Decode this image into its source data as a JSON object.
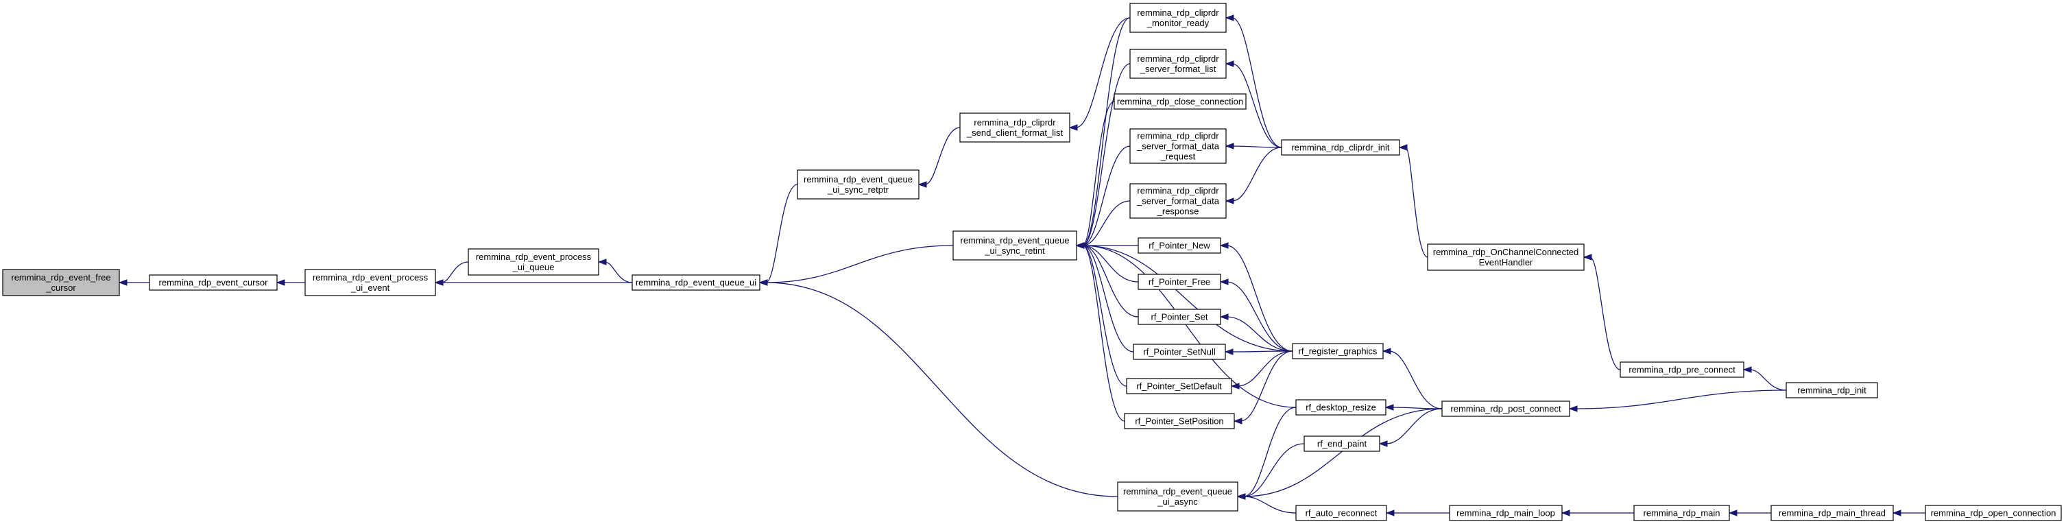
{
  "graph": {
    "type": "call-graph",
    "nodes": [
      {
        "id": "free_cursor",
        "lines": [
          "remmina_rdp_event_free",
          "_cursor"
        ],
        "highlight": true
      },
      {
        "id": "event_cursor",
        "lines": [
          "remmina_rdp_event_cursor"
        ]
      },
      {
        "id": "process_ui_event",
        "lines": [
          "remmina_rdp_event_process",
          "_ui_event"
        ]
      },
      {
        "id": "process_ui_queue",
        "lines": [
          "remmina_rdp_event_process",
          "_ui_queue"
        ]
      },
      {
        "id": "queue_ui",
        "lines": [
          "remmina_rdp_event_queue_ui"
        ]
      },
      {
        "id": "sync_retptr",
        "lines": [
          "remmina_rdp_event_queue",
          "_ui_sync_retptr"
        ]
      },
      {
        "id": "send_client_format_list",
        "lines": [
          "remmina_rdp_cliprdr",
          "_send_client_format_list"
        ]
      },
      {
        "id": "sync_retint",
        "lines": [
          "remmina_rdp_event_queue",
          "_ui_sync_retint"
        ]
      },
      {
        "id": "queue_ui_async",
        "lines": [
          "remmina_rdp_event_queue",
          "_ui_async"
        ]
      },
      {
        "id": "monitor_ready",
        "lines": [
          "remmina_rdp_cliprdr",
          "_monitor_ready"
        ]
      },
      {
        "id": "server_format_list",
        "lines": [
          "remmina_rdp_cliprdr",
          "_server_format_list"
        ]
      },
      {
        "id": "close_connection",
        "lines": [
          "remmina_rdp_close_connection"
        ]
      },
      {
        "id": "server_format_data_request",
        "lines": [
          "remmina_rdp_cliprdr",
          "_server_format_data",
          "_request"
        ]
      },
      {
        "id": "server_format_data_response",
        "lines": [
          "remmina_rdp_cliprdr",
          "_server_format_data",
          "_response"
        ]
      },
      {
        "id": "pointer_new",
        "lines": [
          "rf_Pointer_New"
        ]
      },
      {
        "id": "pointer_free",
        "lines": [
          "rf_Pointer_Free"
        ]
      },
      {
        "id": "pointer_set",
        "lines": [
          "rf_Pointer_Set"
        ]
      },
      {
        "id": "pointer_setnull",
        "lines": [
          "rf_Pointer_SetNull"
        ]
      },
      {
        "id": "pointer_setdefault",
        "lines": [
          "rf_Pointer_SetDefault"
        ]
      },
      {
        "id": "pointer_setposition",
        "lines": [
          "rf_Pointer_SetPosition"
        ]
      },
      {
        "id": "desktop_resize",
        "lines": [
          "rf_desktop_resize"
        ]
      },
      {
        "id": "end_paint",
        "lines": [
          "rf_end_paint"
        ]
      },
      {
        "id": "auto_reconnect",
        "lines": [
          "rf_auto_reconnect"
        ]
      },
      {
        "id": "cliprdr_init",
        "lines": [
          "remmina_rdp_cliprdr_init"
        ]
      },
      {
        "id": "register_graphics",
        "lines": [
          "rf_register_graphics"
        ]
      },
      {
        "id": "post_connect",
        "lines": [
          "remmina_rdp_post_connect"
        ]
      },
      {
        "id": "main_loop",
        "lines": [
          "remmina_rdp_main_loop"
        ]
      },
      {
        "id": "onchannelconnected",
        "lines": [
          "remmina_rdp_OnChannelConnected",
          "EventHandler"
        ]
      },
      {
        "id": "pre_connect",
        "lines": [
          "remmina_rdp_pre_connect"
        ]
      },
      {
        "id": "rdp_init",
        "lines": [
          "remmina_rdp_init"
        ]
      },
      {
        "id": "rdp_main",
        "lines": [
          "remmina_rdp_main"
        ]
      },
      {
        "id": "main_thread",
        "lines": [
          "remmina_rdp_main_thread"
        ]
      },
      {
        "id": "open_connection",
        "lines": [
          "remmina_rdp_open_connection"
        ]
      }
    ]
  }
}
